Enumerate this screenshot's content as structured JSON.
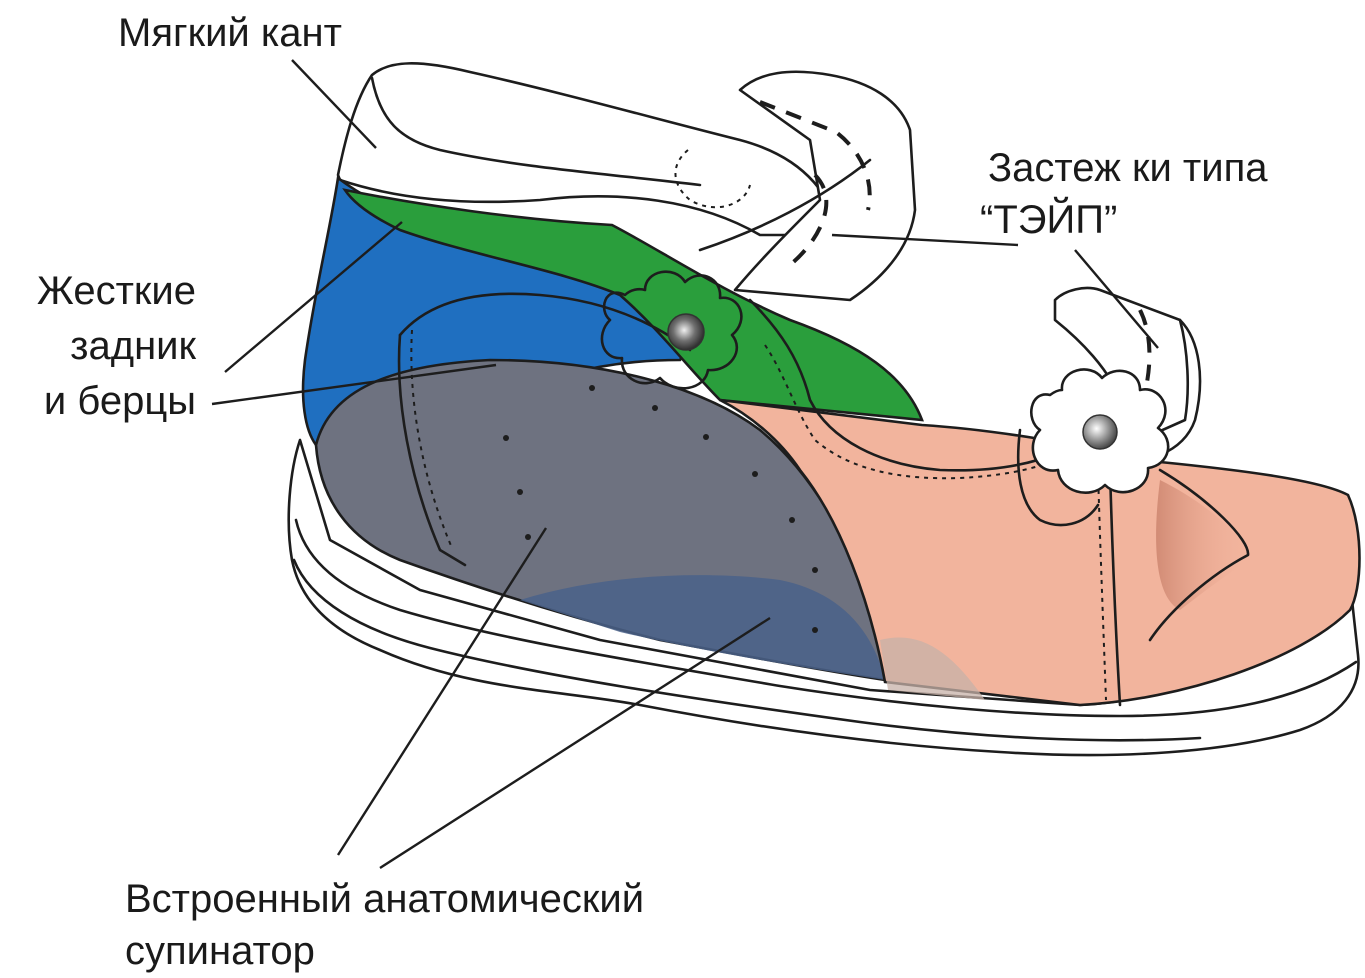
{
  "labels": {
    "soft_edge": "Мягкий кант",
    "tape_fastener_line1": "Застеж ки типа",
    "tape_fastener_line2": "“ТЭЙП”",
    "rigid_heel_line1": "Жесткие",
    "rigid_heel_line2": "задник",
    "rigid_heel_line3": "и берцы",
    "supinator_line1": "Встроенный анатомический",
    "supinator_line2": "супинатор"
  },
  "colors": {
    "rigid_heel": "#1f6fc0",
    "green_strap": "#2a9e3c",
    "supinator": "#6e7280",
    "supinator_dark": "#4a628a",
    "toe_area": "#f2b49d",
    "button_flower": "#ffffff",
    "rivet": "#8a8a8a"
  }
}
